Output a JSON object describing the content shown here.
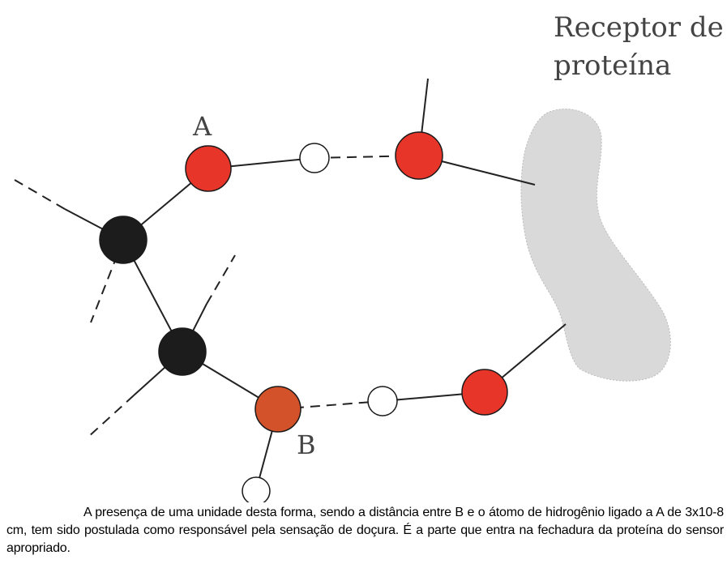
{
  "receptor": {
    "label_line1": "Receptor de",
    "label_line2": "proteína"
  },
  "atoms": {
    "label_a": "A",
    "label_b": "B"
  },
  "colors": {
    "oxygen": "#e8352a",
    "oxygen_b": "#d4522a",
    "carbon": "#1c1c1c",
    "hydrogen": "#ffffff",
    "receptor_fill": "#d9d9d9",
    "bond": "#222222"
  },
  "caption": {
    "text": "A presença de uma unidade desta forma, sendo a distância entre B e o átomo de hidrogênio ligado a A de 3x10-8 cm, tem sido postulada como responsável pela sensação de doçura. É a parte que entra na fechadura da proteína do sensor apropriado."
  }
}
